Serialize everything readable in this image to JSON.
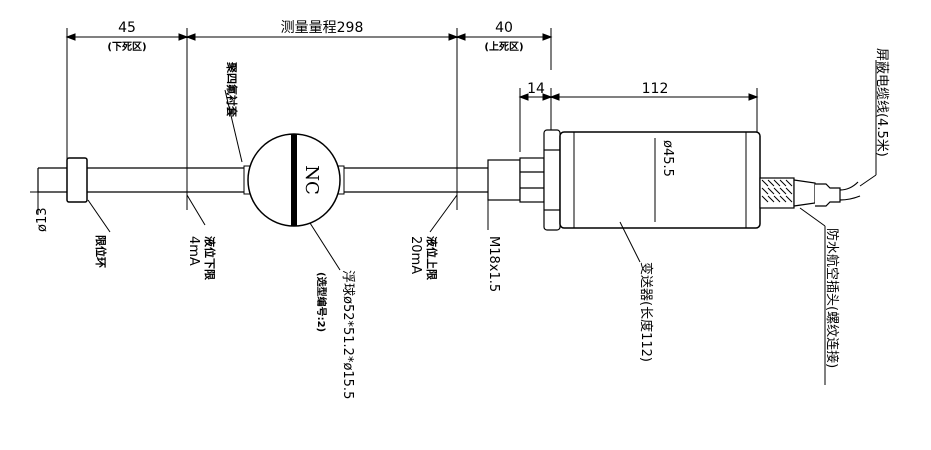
{
  "dims": {
    "dead_bottom_value": "45",
    "dead_bottom_label": "(下死区)",
    "measure_range": "测量量程298",
    "dead_top_value": "40",
    "dead_top_label": "(上死区)",
    "flange_gap": "14",
    "transmitter_length": "112",
    "rod_diameter": "ø13",
    "housing_diameter": "ø45.5",
    "thread": "M18x1.5"
  },
  "labels": {
    "stop_ring": "限位环",
    "float_ball": "浮球",
    "float_ball_text": "NC",
    "float_spec": "浮球ø52*51.2*ø15.5",
    "float_model": "(选型编号:2)",
    "level_low": "液位下限",
    "level_low_value": "4mA",
    "level_high": "液位上限",
    "level_high_value": "20mA",
    "rod_material": "聚四氟衬套",
    "transmitter": "变送器(长度112)",
    "connector": "防水航空插头(螺纹连接)",
    "cable": "屏蔽电缆线(4.5米)"
  }
}
